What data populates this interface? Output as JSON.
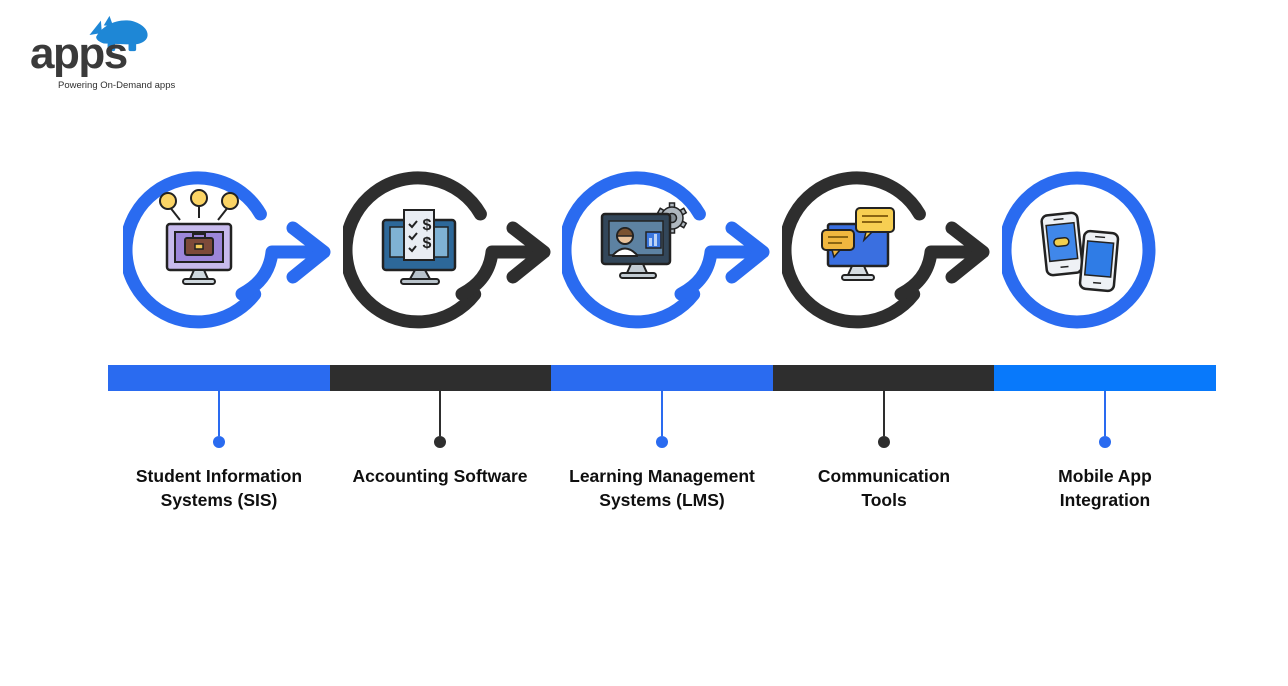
{
  "logo": {
    "name": "apps",
    "tagline": "Powering On-Demand apps",
    "rhino_color": "#1e87d6",
    "text_color": "#3a3a3a"
  },
  "colors": {
    "blue": "#2a6bf0",
    "dark": "#2e2e2e",
    "bright_blue": "#0879fb",
    "label_text": "#0f0f0f"
  },
  "steps": [
    {
      "label": "Student Information Systems (SIS)",
      "lines": [
        "Student Information",
        "Systems (SIS)"
      ],
      "theme": "blue",
      "icon": "networked-computer-icon"
    },
    {
      "label": "Accounting Software",
      "lines": [
        "Accounting Software",
        ""
      ],
      "theme": "dark",
      "icon": "invoice-monitor-icon"
    },
    {
      "label": "Learning Management Systems (LMS)",
      "lines": [
        "Learning Management",
        "Systems (LMS)"
      ],
      "theme": "blue",
      "icon": "elearning-monitor-gear-icon"
    },
    {
      "label": "Communication Tools",
      "lines": [
        "Communication",
        "Tools"
      ],
      "theme": "dark",
      "icon": "chat-monitor-icon"
    },
    {
      "label": "Mobile App Integration",
      "lines": [
        "Mobile App",
        "Integration"
      ],
      "theme": "blue",
      "icon": "phones-sync-icon"
    }
  ],
  "timeline": {
    "segment_colors": [
      "#2a6bf0",
      "#2e2e2e",
      "#2a6bf0",
      "#2e2e2e",
      "#0879fb"
    ]
  }
}
